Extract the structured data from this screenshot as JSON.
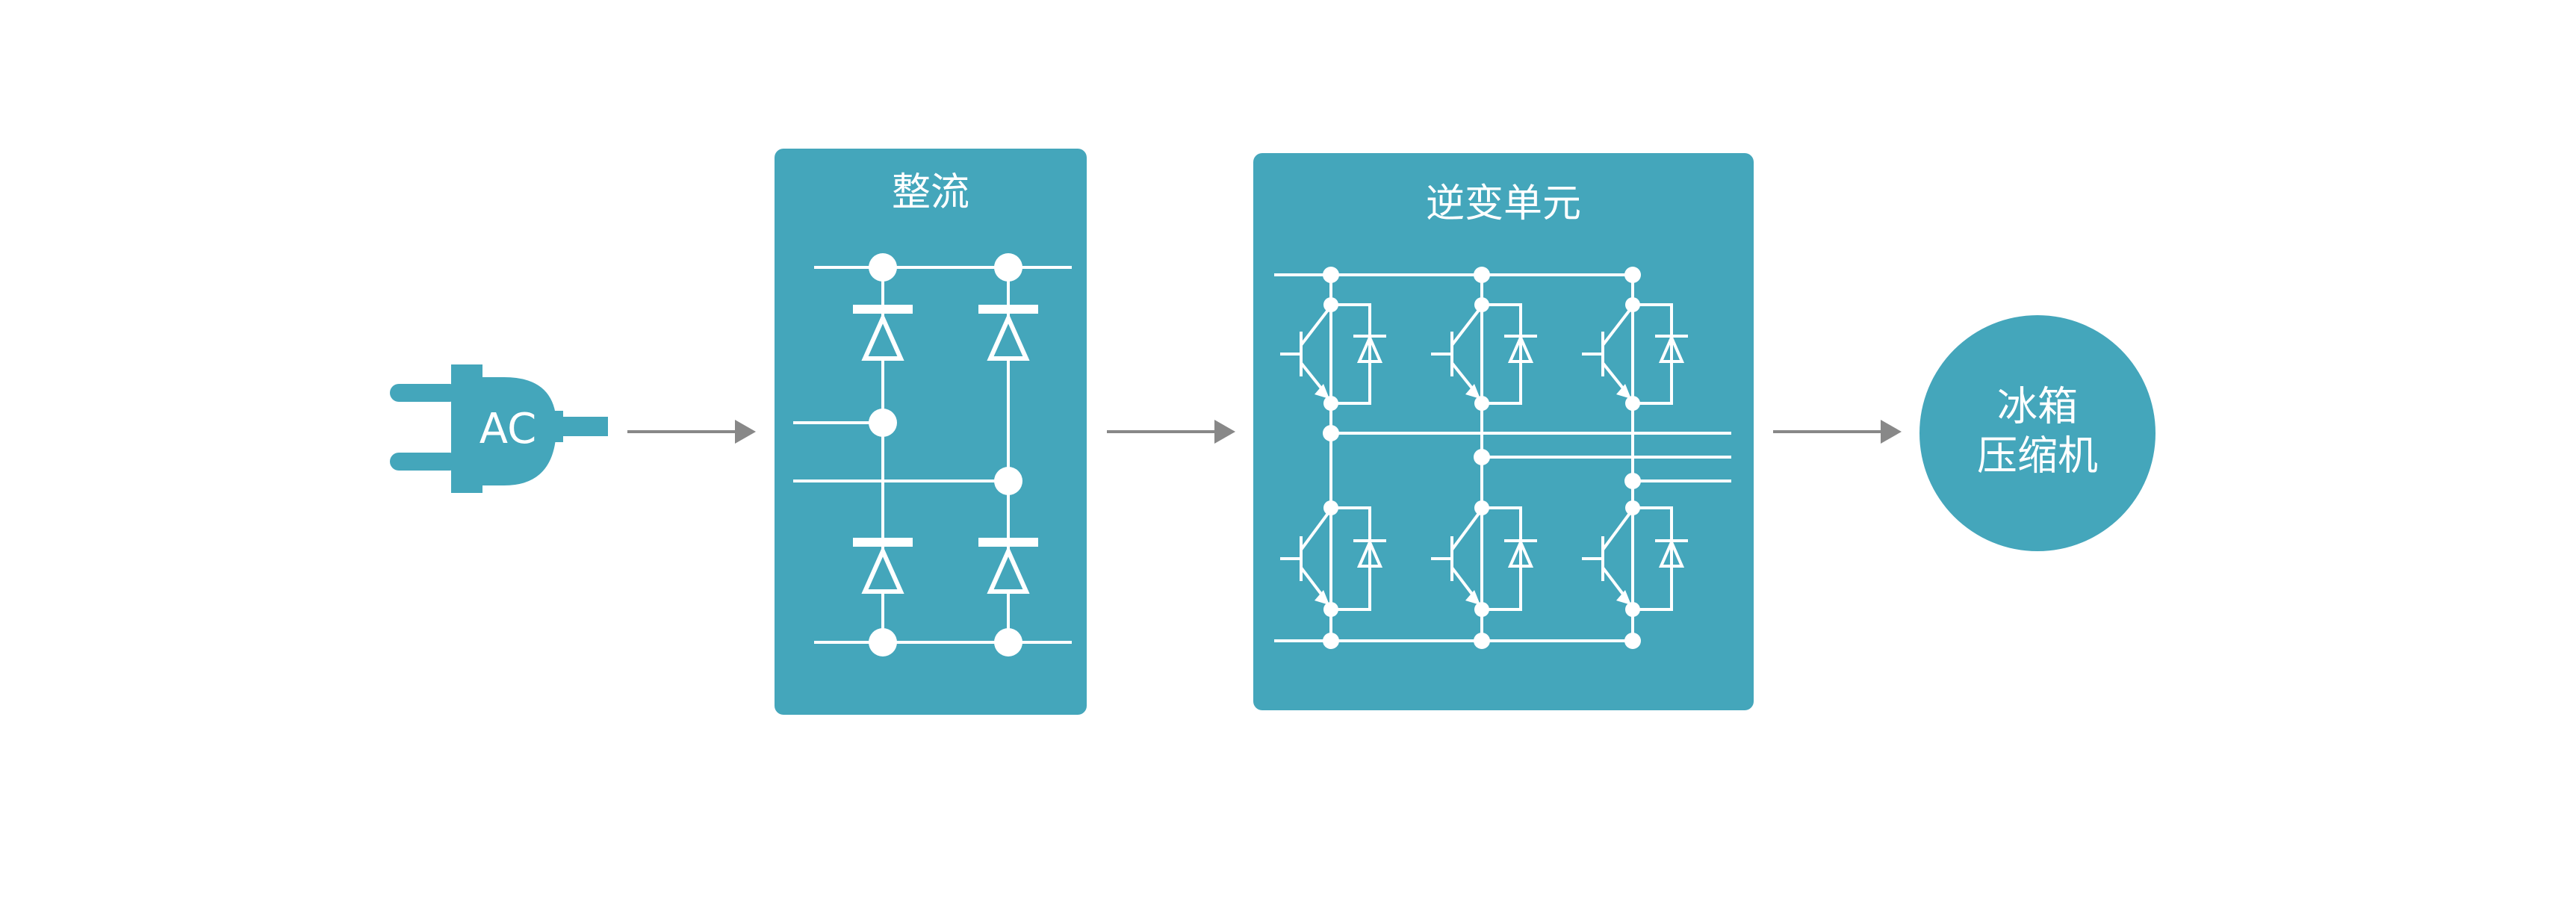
{
  "colors": {
    "accent": "#44a6bb",
    "circuit": "#ffffff",
    "arrow": "#888888",
    "background": "#ffffff"
  },
  "source": {
    "icon": "ac-plug-icon",
    "label": "AC"
  },
  "blocks": [
    {
      "id": "rectifier",
      "title": "整流"
    },
    {
      "id": "inverter",
      "title": "逆变单元"
    }
  ],
  "output": {
    "line1": "冰箱",
    "line2": "压缩机"
  }
}
